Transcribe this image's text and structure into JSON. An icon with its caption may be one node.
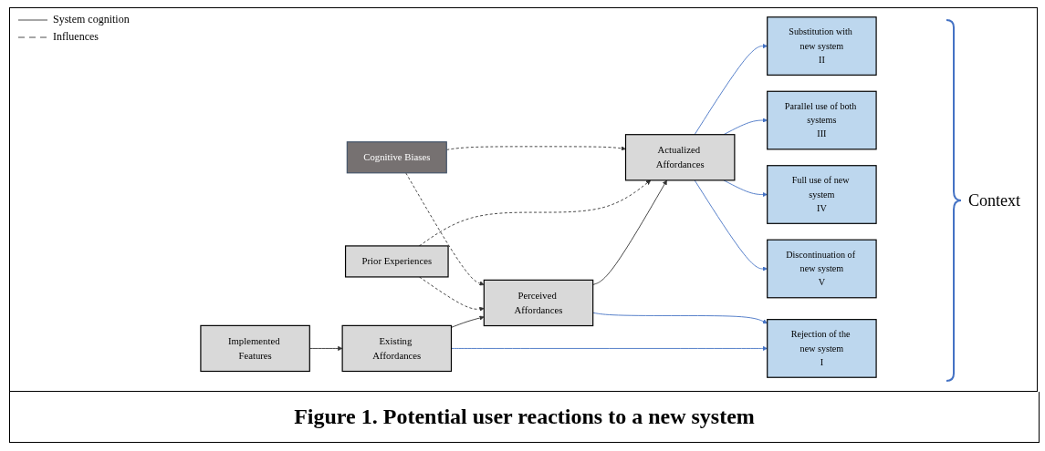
{
  "diagram": {
    "caption": "Figure 1. Potential user reactions to a new system",
    "nodes": [
      {
        "text": [
          "Prior Experiences"
        ]
      },
      {
        "text": [
          "Implemented Features"
        ]
      },
      {
        "text": [
          "Existing Affordances"
        ]
      },
      {
        "text": [
          "Perceived Affordances"
        ]
      },
      {
        "text": [
          "Actualized Affordances"
        ]
      },
      {
        "text": [
          "Cognitive Biases"
        ]
      },
      {
        "text": [
          "Rejection of the new system",
          "I"
        ]
      },
      {
        "text": [
          "Substitution with new system",
          "II"
        ]
      },
      {
        "text": [
          "Parallel use of both systems",
          "III"
        ]
      },
      {
        "text": [
          "Full use of new system",
          "IV"
        ]
      },
      {
        "text": [
          "Discontinuation of new system",
          "V"
        ]
      }
    ],
    "edges": [
      {
        "from": 1,
        "to": 2,
        "arrow": "to"
      },
      {
        "from": 2,
        "to": 3,
        "arrow": "to"
      },
      {
        "from": 3,
        "to": 4,
        "arrow": "to"
      },
      {
        "from": 0,
        "to": 3,
        "arrow": "to",
        "style": "dashed"
      },
      {
        "from": 0,
        "to": 4,
        "arrow": "to",
        "style": "dashed"
      },
      {
        "from": 5,
        "to": 3,
        "arrow": "to",
        "style": "dashed"
      },
      {
        "from": 5,
        "to": 4,
        "arrow": "to",
        "style": "dashed"
      },
      {
        "from": 2,
        "to": 6,
        "arrow": "to",
        "color": "#4472c4"
      },
      {
        "from": 3,
        "to": 6,
        "arrow": "to",
        "color": "#4472c4"
      },
      {
        "from": 4,
        "to": 7,
        "arrow": "to",
        "color": "#4472c4"
      },
      {
        "from": 4,
        "to": 8,
        "arrow": "to",
        "color": "#4472c4"
      },
      {
        "from": 4,
        "to": 9,
        "arrow": "to",
        "color": "#4472c4"
      },
      {
        "from": 4,
        "to": 10,
        "arrow": "to",
        "color": "#4472c4"
      }
    ],
    "labels": [
      "Context"
    ],
    "legend": [
      {
        "text": "System cognition"
      },
      {
        "text": "Influences"
      }
    ]
  }
}
